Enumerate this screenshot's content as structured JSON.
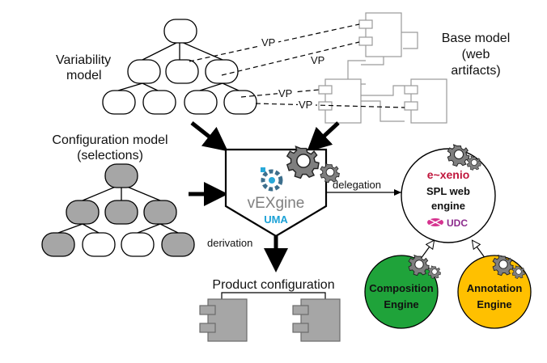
{
  "labels": {
    "variability_model": [
      "Variability",
      "model"
    ],
    "base_model": [
      "Base model",
      "(web",
      "artifacts)"
    ],
    "configuration_model": [
      "Configuration model",
      "(selections)"
    ],
    "product_configuration": "Product configuration",
    "vp": "VP",
    "derivation": "derivation",
    "delegation": "delegation"
  },
  "vexgine": {
    "name": "vEXgine",
    "org": "UMA"
  },
  "spl_engine": {
    "brand": "e~xenio",
    "title": [
      "SPL web",
      "engine"
    ],
    "org": "UDC"
  },
  "composition_engine": {
    "title": [
      "Composition",
      "Engine"
    ]
  },
  "annotation_engine": {
    "title": [
      "Annotation",
      "Engine"
    ]
  },
  "colors": {
    "selected_node": "#a6a6a6",
    "composition": "#1fa33a",
    "annotation": "#ffc000",
    "vexgine_accent": "#29a8d8",
    "uma": "#1ba1d6",
    "exenio": "#c0163c",
    "udc": "#8c2b8c"
  }
}
